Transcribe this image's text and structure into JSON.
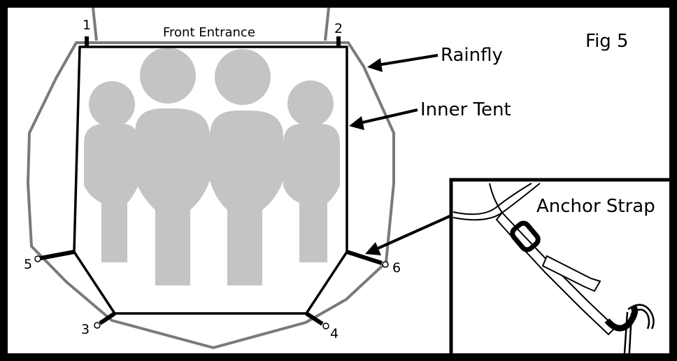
{
  "figure": {
    "fig_label": "Fig 5",
    "front_entrance_label": "Front Entrance",
    "rainfly_label": "Rainfly",
    "inner_tent_label": "Inner Tent",
    "anchor_strap_label": "Anchor Strap",
    "stake_points": [
      "1",
      "2",
      "3",
      "4",
      "5",
      "6"
    ]
  },
  "colors": {
    "outline": "#000000",
    "rainfly": "#7a7a7a",
    "people": "#c4c4c4",
    "background": "#ffffff"
  }
}
